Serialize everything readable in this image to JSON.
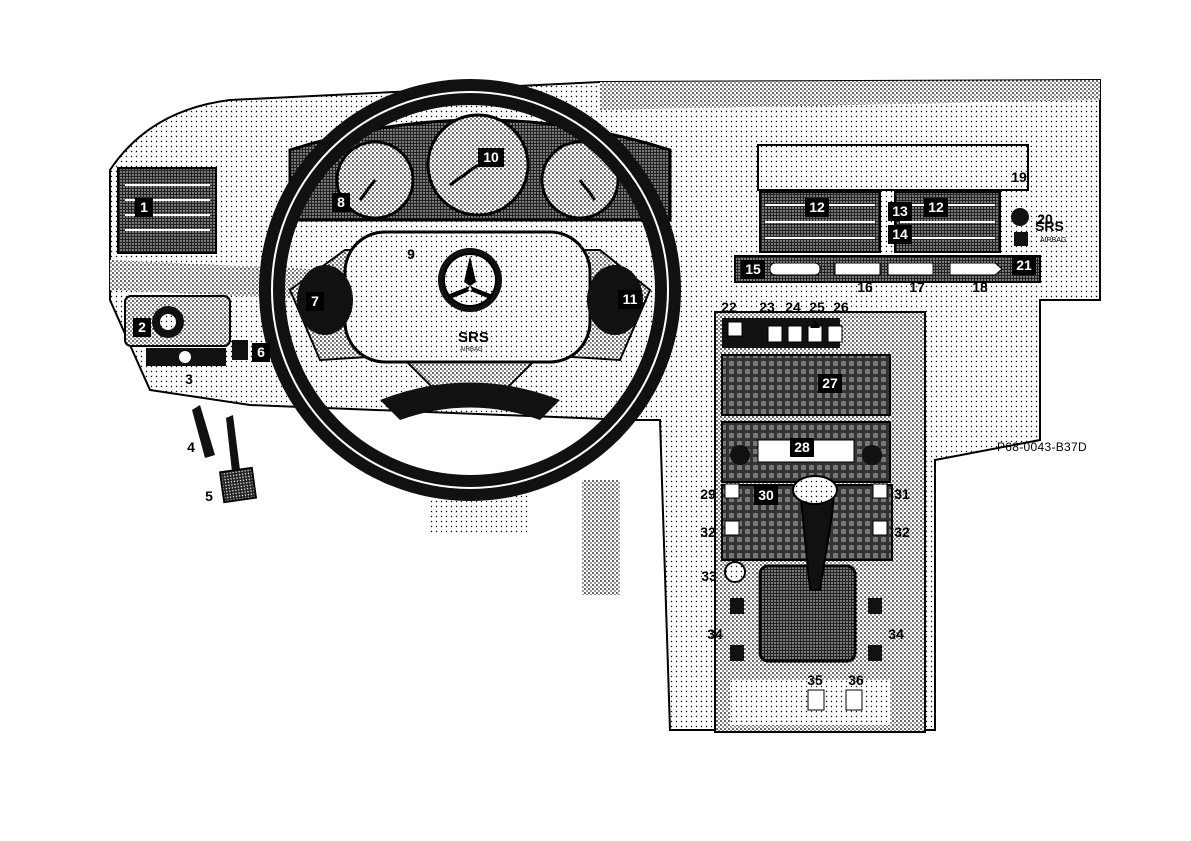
{
  "diagram": {
    "reference_code": "P68-0043-B37D",
    "brand_marks": {
      "wheel_airbag_letters": "SRS",
      "wheel_airbag_sub": "AIRBAG",
      "dash_airbag_letters": "SRS",
      "dash_airbag_sub": "AIRBAG"
    },
    "callouts": {
      "c1": "1",
      "c2": "2",
      "c3": "3",
      "c4": "4",
      "c5": "5",
      "c6": "6",
      "c7": "7",
      "c8": "8",
      "c9": "9",
      "c10": "10",
      "c11": "11",
      "c12a": "12",
      "c12b": "12",
      "c13": "13",
      "c14": "14",
      "c15": "15",
      "c16": "16",
      "c17": "17",
      "c18": "18",
      "c19": "19",
      "c20": "20",
      "c21": "21",
      "c22": "22",
      "c23": "23",
      "c24": "24",
      "c25": "25",
      "c26": "26",
      "c27": "27",
      "c28": "28",
      "c29": "29",
      "c30": "30",
      "c31": "31",
      "c32a": "32",
      "c32b": "32",
      "c33": "33",
      "c34a": "34",
      "c34b": "34",
      "c35": "35",
      "c36": "36"
    }
  }
}
